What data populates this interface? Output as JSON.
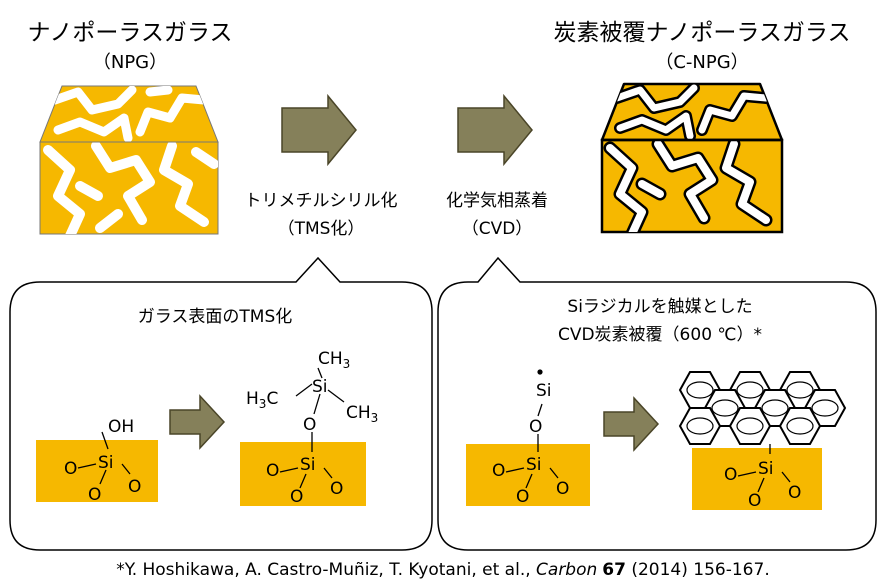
{
  "colors": {
    "orange": "#f6b800",
    "olive": "#85805a",
    "olive_dark": "#4a4528"
  },
  "npg": {
    "title": "ナノポーラスガラス",
    "abbr": "（NPG）"
  },
  "cnpg": {
    "title": "炭素被覆ナノポーラスガラス",
    "abbr": "（C-NPG）"
  },
  "step1": {
    "line1": "トリメチルシリル化",
    "line2": "（TMS化）"
  },
  "step2": {
    "line1": "化学気相蒸着",
    "line2": "（CVD）"
  },
  "left_panel": {
    "title": "ガラス表面のTMS化",
    "before": {
      "oh": "OH",
      "si": "Si",
      "o1": "O",
      "o2": "O",
      "o3": "O"
    },
    "after": {
      "ch3_top": "CH",
      "h3c": "H",
      "h3c_c": "C",
      "ch3_right": "CH",
      "sub3": "3",
      "si_top": "Si",
      "o_link": "O",
      "si": "Si",
      "o1": "O",
      "o2": "O",
      "o3": "O"
    }
  },
  "right_panel": {
    "title_line1": "Siラジカルを触媒とした",
    "title_line2": "CVD炭素被覆（600 ℃）*",
    "before": {
      "radical_dot": "·",
      "si_top": "Si",
      "o_link": "O",
      "si": "Si",
      "o1": "O",
      "o2": "O",
      "o3": "O"
    },
    "after": {
      "si": "Si",
      "o1": "O",
      "o2": "O",
      "o3": "O"
    }
  },
  "reference": {
    "authors": "*Y. Hoshikawa, A. Castro-Muñiz, T. Kyotani, et al., ",
    "journal": "Carbon",
    "volume": "67",
    "rest": " (2014) 156-167."
  }
}
